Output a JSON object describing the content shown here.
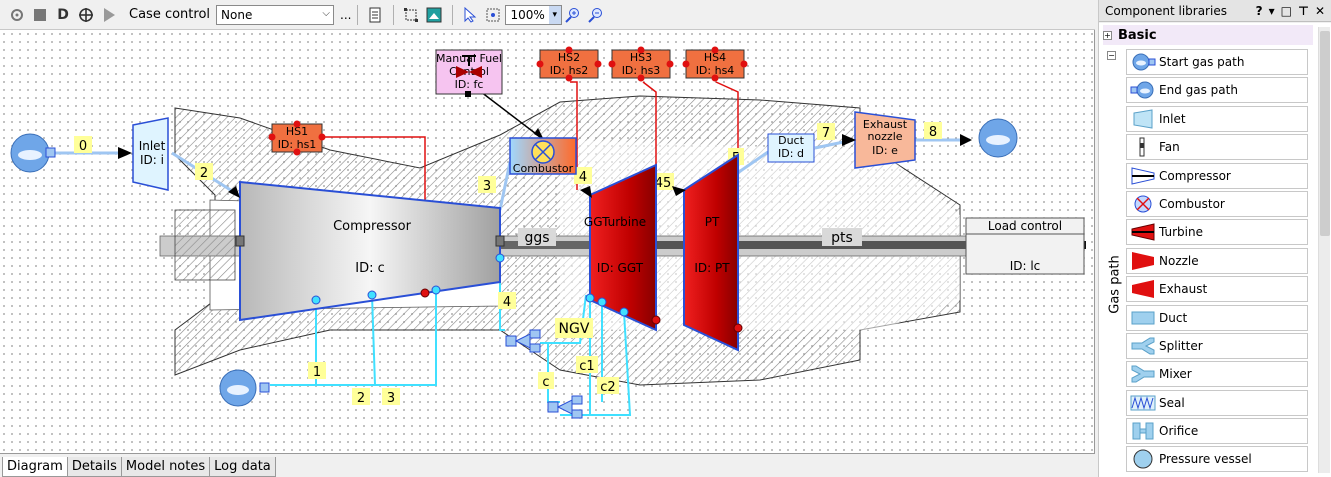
{
  "toolbar": {
    "case_control_label": "Case control",
    "case_control_value": "None",
    "ellipsis": "...",
    "zoom_value": "100%"
  },
  "diagram": {
    "ambient_in": {
      "id": ""
    },
    "inlet": {
      "name": "Inlet",
      "id": "ID: i"
    },
    "compressor": {
      "name": "Compressor",
      "id": "ID: c"
    },
    "hs1": {
      "name": "HS1",
      "id": "ID: hs1"
    },
    "manual_fuel": {
      "line1": "Manual Fuel",
      "line2": "Control",
      "id": "ID: fc"
    },
    "combustor": {
      "name": "Combustor"
    },
    "hs2": {
      "name": "HS2",
      "id": "ID: hs2"
    },
    "hs3": {
      "name": "HS3",
      "id": "ID: hs3"
    },
    "hs4": {
      "name": "HS4",
      "id": "ID: hs4"
    },
    "ggturbine": {
      "name": "GGTurbine",
      "id": "ID: GGT"
    },
    "pt": {
      "name": "PT",
      "id": "ID: PT"
    },
    "duct": {
      "name": "Duct",
      "id": "ID: d"
    },
    "exhaust": {
      "line1": "Exhaust",
      "line2": "nozzle",
      "id": "ID: e"
    },
    "load_control": {
      "name": "Load control",
      "id": "ID: lc"
    },
    "shafts": {
      "ggs": "ggs",
      "pts": "pts"
    },
    "ngv": "NGV",
    "stations": {
      "s0": "0",
      "s2": "2",
      "s3": "3",
      "s4": "4",
      "s45": "45",
      "s5": "5",
      "s7": "7",
      "s8": "8",
      "b1": "1",
      "b2": "2",
      "b3": "3",
      "b4": "4",
      "c": "c",
      "c1": "c1",
      "c2": "c2"
    }
  },
  "bottom_tabs": [
    "Diagram",
    "Details",
    "Model notes",
    "Log data"
  ],
  "panel": {
    "title": "Component libraries",
    "controls": [
      "?",
      "▾",
      "□",
      "⊤",
      "✕"
    ],
    "group": "Basic",
    "subgroup": "Gas path",
    "items": [
      {
        "label": "Start gas path",
        "icon": "start-gas-path-icon"
      },
      {
        "label": "End gas path",
        "icon": "end-gas-path-icon"
      },
      {
        "label": "Inlet",
        "icon": "inlet-icon"
      },
      {
        "label": "Fan",
        "icon": "fan-icon"
      },
      {
        "label": "Compressor",
        "icon": "compressor-icon"
      },
      {
        "label": "Combustor",
        "icon": "combustor-icon"
      },
      {
        "label": "Turbine",
        "icon": "turbine-icon"
      },
      {
        "label": "Nozzle",
        "icon": "nozzle-icon"
      },
      {
        "label": "Exhaust",
        "icon": "exhaust-icon"
      },
      {
        "label": "Duct",
        "icon": "duct-icon"
      },
      {
        "label": "Splitter",
        "icon": "splitter-icon"
      },
      {
        "label": "Mixer",
        "icon": "mixer-icon"
      },
      {
        "label": "Seal",
        "icon": "seal-icon"
      },
      {
        "label": "Orifice",
        "icon": "orifice-icon"
      },
      {
        "label": "Pressure vessel",
        "icon": "pressure-vessel-icon"
      }
    ]
  },
  "colors": {
    "accent": "#2a4fd6",
    "heat_source": "#f07040",
    "turbine_red": "#e01010",
    "fuel_pink": "#f6c4f0",
    "station_yellow": "#ffff99",
    "bleed_cyan": "#40e0ff"
  }
}
